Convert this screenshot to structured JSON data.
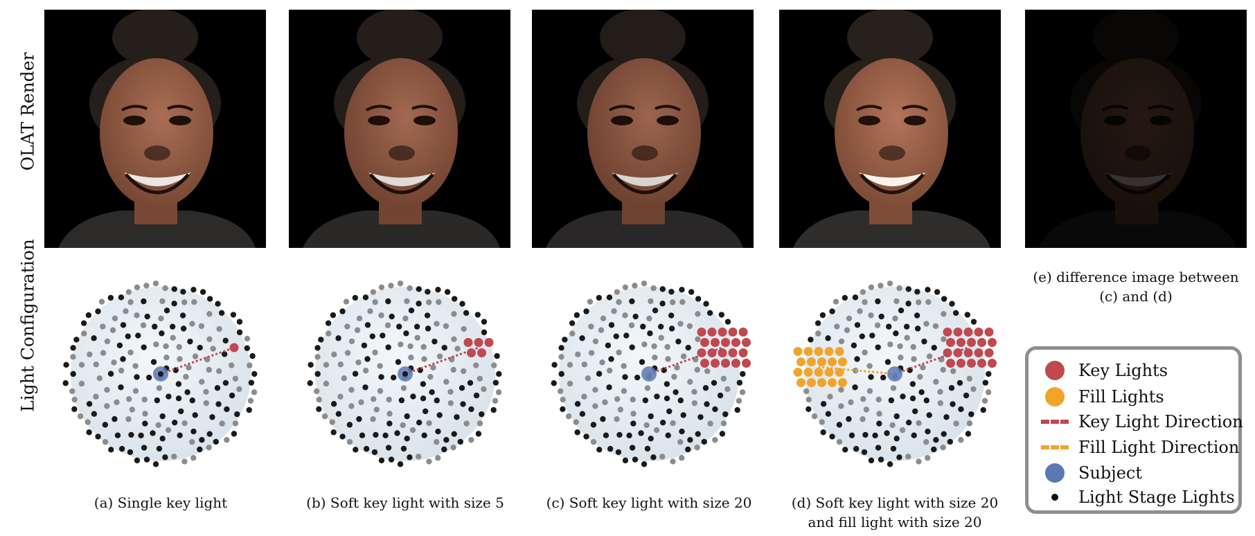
{
  "row_labels": {
    "top": "OLAT Render",
    "bottom": "Light Configuration"
  },
  "captions": {
    "a": "(a) Single key light",
    "b": "(b) Soft key light with size 5",
    "c": "(c) Soft key light with size 20",
    "d1": "(d) Soft key light with size 20",
    "d2": "and fill light with size 20",
    "e1": "(e) difference image between",
    "e2": "(c) and (d)"
  },
  "legend": {
    "key_lights": "Key Lights",
    "fill_lights": "Fill Lights",
    "key_dir": "Key Light Direction",
    "fill_dir": "Fill Light Direction",
    "subject": "Subject",
    "stage_lights": "Light Stage Lights"
  },
  "colors": {
    "key": "#c0484f",
    "fill": "#f0a52a",
    "subject": "#5a78b4",
    "stage": "#1a1a1a",
    "stage_gray": "#8c8c8c",
    "sphere": "#e6edf3"
  },
  "diagrams": [
    {
      "key_count": 1,
      "fill_count": 0
    },
    {
      "key_count": 5,
      "fill_count": 0
    },
    {
      "key_count": 20,
      "fill_count": 0
    },
    {
      "key_count": 20,
      "fill_count": 20
    }
  ]
}
